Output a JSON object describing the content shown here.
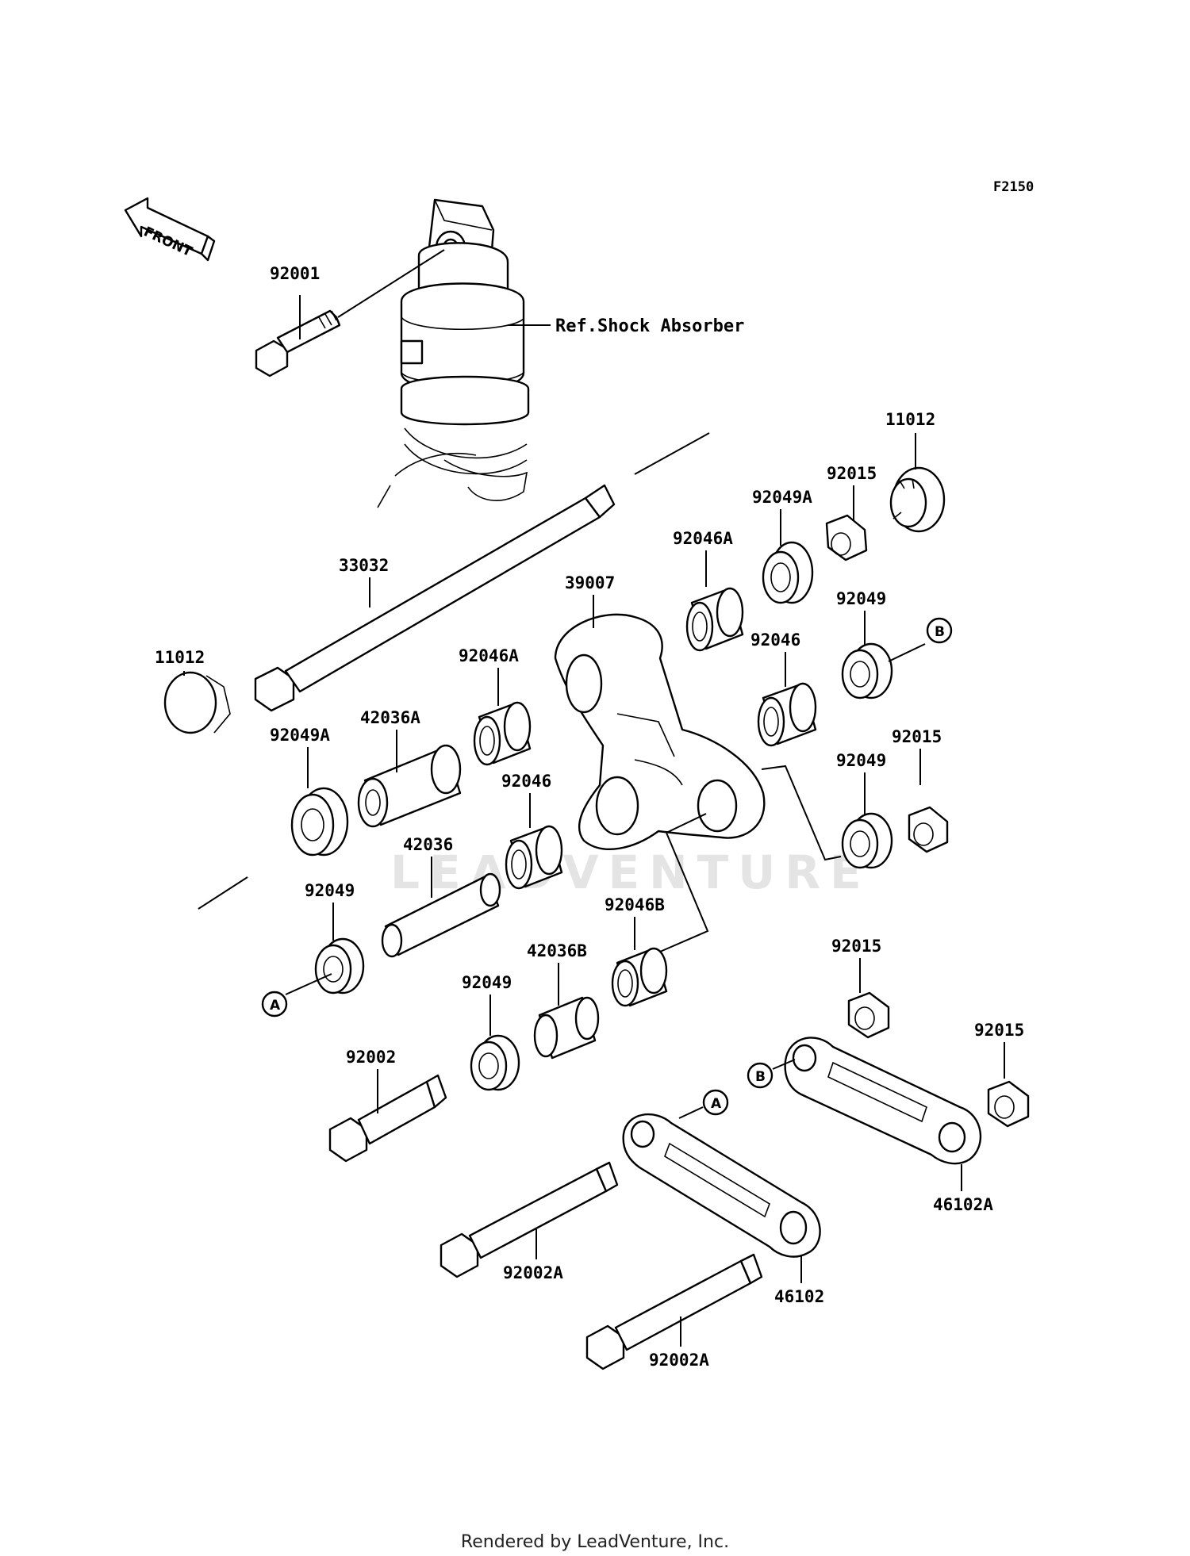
{
  "diagram_code": "F2150",
  "front_arrow_label": "FRONT",
  "watermark": "LEADVENTURE",
  "reference_label": "Ref.Shock Absorber",
  "labels": {
    "p92001": "92001",
    "p33032": "33032",
    "p11012_left": "11012",
    "p11012_right": "11012",
    "p92015_top": "92015",
    "p92049A_top": "92049A",
    "p92046A_top": "92046A",
    "p39007": "39007",
    "p92049_b": "92049",
    "p92046_right": "92046",
    "p92015_mid": "92015",
    "p92049_mid": "92049",
    "p92046A_mid": "92046A",
    "p42036A": "42036A",
    "p92049A_left": "92049A",
    "p92046_mid": "92046",
    "p42036": "42036",
    "p92049_left": "92049",
    "p92046B": "92046B",
    "p42036B": "42036B",
    "p92049_low": "92049",
    "p92015_low": "92015",
    "p92015_right": "92015",
    "p92002": "92002",
    "p92002A_1": "92002A",
    "p92002A_2": "92002A",
    "p46102": "46102",
    "p46102A": "46102A"
  },
  "markers": {
    "a": "A",
    "b": "B"
  },
  "footer": "Rendered by LeadVenture, Inc."
}
